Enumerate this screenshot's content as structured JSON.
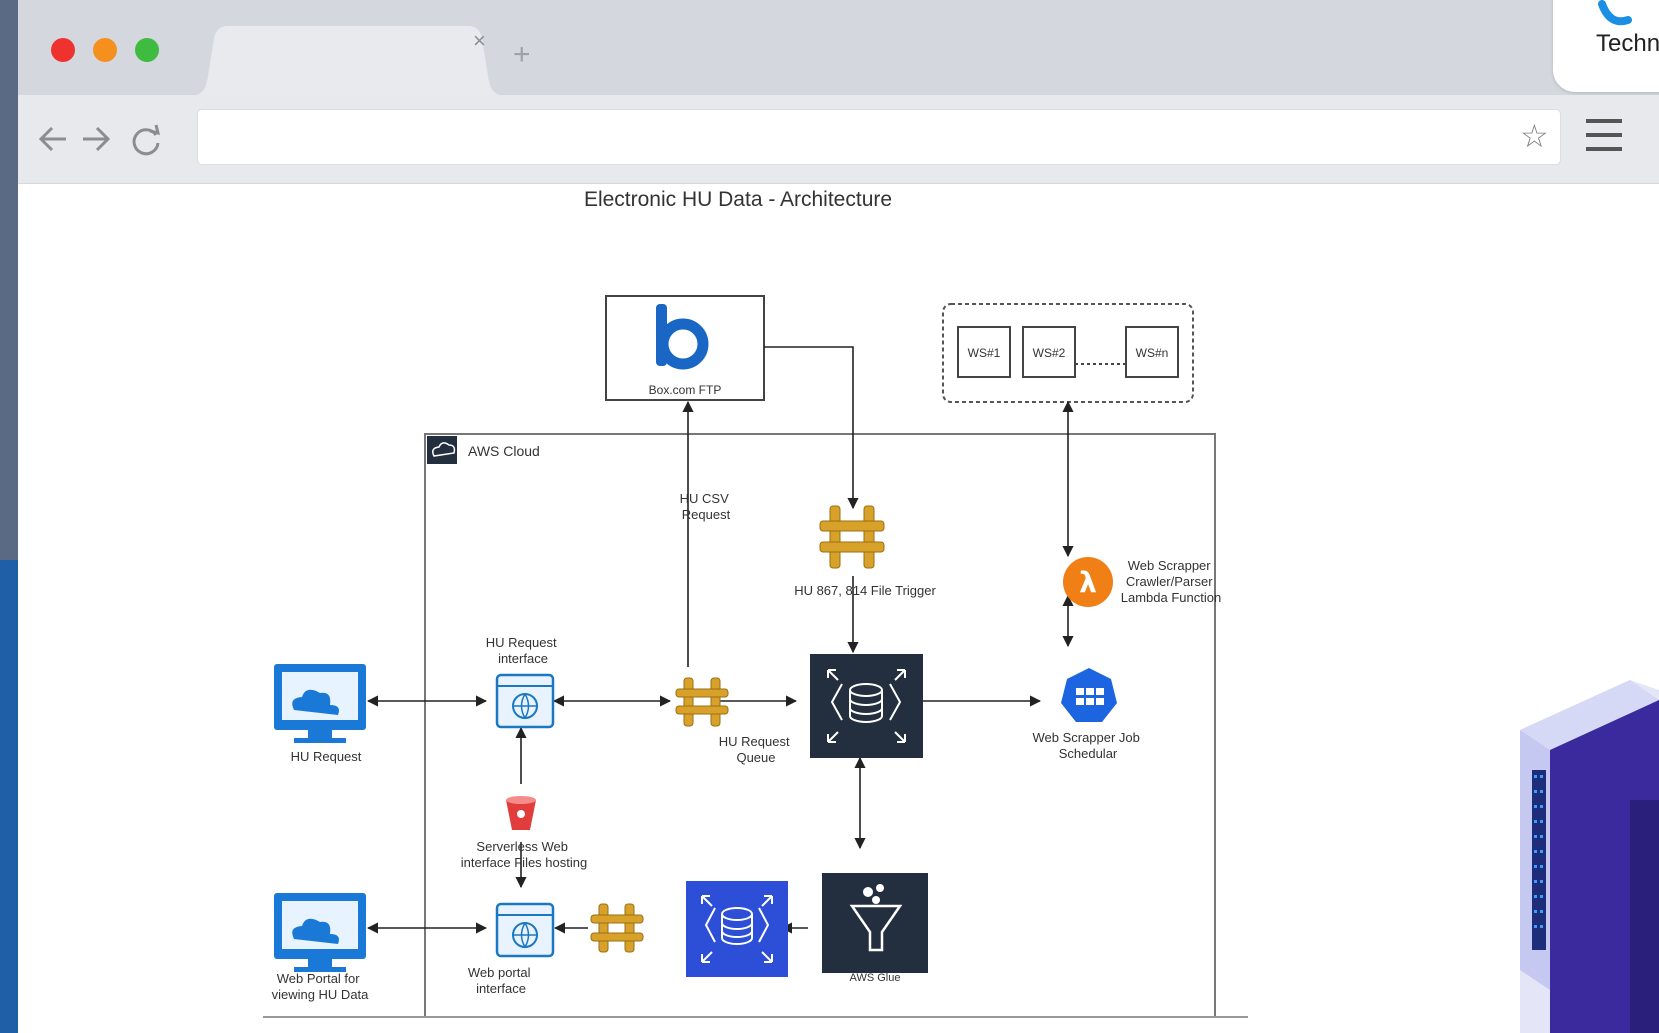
{
  "browser": {
    "tabs": [
      {
        "label": ""
      }
    ],
    "url": "",
    "brand_text": "Techn",
    "colors": {
      "close": "#f0322f",
      "minimize": "#f5901e",
      "maximize": "#3fbc3f"
    }
  },
  "diagram": {
    "title": "Electronic HU Data - Architecture",
    "cloud_label": "AWS Cloud",
    "nodes": {
      "box_ftp": "Box.com FTP",
      "ws1": "WS#1",
      "ws2": "WS#2",
      "wsn": "WS#n",
      "hu_csv_request": [
        "HU CSV",
        "Request"
      ],
      "file_trigger": "HU 867, 814 File Trigger",
      "lambda": [
        "Web Scrapper",
        "Crawler/Parser",
        "Lambda Function"
      ],
      "hu_request_interface": [
        "HU Request",
        "interface"
      ],
      "hu_request": "HU Request",
      "hu_request_queue": [
        "HU Request",
        "Queue"
      ],
      "web_scrapper_scheduler": [
        "Web Scrapper Job",
        "Schedular"
      ],
      "serverless_hosting": [
        "Serverless Web",
        "interface Files hosting"
      ],
      "web_portal": [
        "Web Portal for",
        "viewing HU Data"
      ],
      "web_portal_interface": [
        "Web portal",
        "interface"
      ],
      "aws_glue": "AWS Glue"
    },
    "icons": [
      "box-logo",
      "aws-cloud-icon",
      "sns-hub-icon",
      "lambda-icon",
      "scheduler-icon",
      "database-icon",
      "glue-icon",
      "s3-bucket-icon",
      "monitor-icon",
      "web-interface-icon"
    ]
  }
}
